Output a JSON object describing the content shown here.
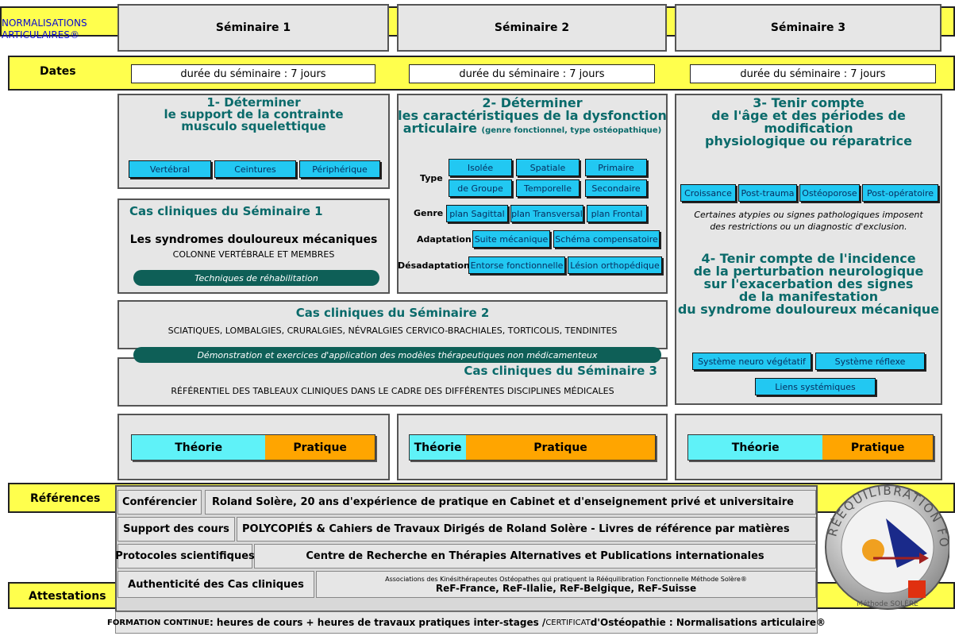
{
  "logo_text": [
    "NORMALISATIONS",
    "ARTICULAIRES®"
  ],
  "columns": [
    "Séminaire 1",
    "Séminaire 2",
    "Séminaire 3"
  ],
  "dates": {
    "label": "Dates",
    "durations": [
      "durée du séminaire : 7 jours",
      "durée du séminaire : 7 jours",
      "durée du séminaire : 7 jours"
    ]
  },
  "s1": {
    "title": [
      "1- Déterminer",
      "le support de la contrainte",
      "musculo squelettique"
    ],
    "buttons": [
      "Vertébral",
      "Ceintures",
      "Périphérique"
    ],
    "cas_title": "Cas cliniques du Séminaire 1",
    "cas_main": "Les syndromes douloureux mécaniques",
    "cas_sub": "COLONNE VERTÉBRALE ET MEMBRES",
    "pill": "Techniques de réhabilitation"
  },
  "s2": {
    "title": [
      "2- Déterminer",
      "les caractéristiques de la dysfonction"
    ],
    "title3_main": "articulaire",
    "title3_small": "(genre fonctionnel, type ostéopathique)",
    "type_label": "Type",
    "type_row1": [
      "Isolée",
      "Spatiale",
      "Primaire"
    ],
    "type_row2": [
      "de Groupe",
      "Temporelle",
      "Secondaire"
    ],
    "genre_label": "Genre",
    "genre": [
      "plan Sagittal",
      "plan Transversal",
      "plan Frontal"
    ],
    "adapt_label": "Adaptation",
    "adapt": [
      "Suite mécanique",
      "Schéma compensatoire"
    ],
    "desadapt_label": "Désadaptation",
    "desadapt": [
      "Entorse fonctionnelle",
      "Lésion orthopédique"
    ]
  },
  "s3": {
    "title": [
      "3- Tenir compte",
      "de l'âge et des périodes de",
      "modification",
      "physiologique ou réparatrice"
    ],
    "buttons": [
      "Croissance",
      "Post-trauma",
      "Ostéoporose",
      "Post-opératoire"
    ],
    "note": [
      "Certaines atypies ou signes pathologiques imposent",
      "des restrictions ou un diagnostic d'exclusion."
    ],
    "title4": [
      "4- Tenir compte de l'incidence",
      "de la perturbation neurologique",
      "sur l'exacerbation des signes",
      "de la manifestation",
      "du syndrome douloureux mécanique"
    ],
    "buttons2": [
      "Système neuro végétatif",
      "Système réflexe"
    ],
    "button3": "Liens systémiques"
  },
  "cas2": {
    "title": "Cas cliniques du Séminaire 2",
    "text": "SCIATIQUES, LOMBALGIES, CRURALGIES, NÉVRALGIES CERVICO-BRACHIALES, TORTICOLIS, TENDINITES",
    "pill": "Démonstration et exercices d'application des modèles thérapeutiques non médicamenteux"
  },
  "cas3": {
    "title": "Cas cliniques du Séminaire 3",
    "text": "RÉFÉRENTIEL DES TABLEAUX CLINIQUES DANS LE CADRE DES DIFFÉRENTES DISCIPLINES MÉDICALES"
  },
  "theory_practice": {
    "theory": "Théorie",
    "practice": "Pratique",
    "theory_share": [
      0.55,
      0.23,
      0.55
    ]
  },
  "references": {
    "label": "Références",
    "rows": [
      {
        "k": "Conférencier",
        "v": "Roland Solère, 20 ans d'expérience de pratique en Cabinet et d'enseignement privé et universitaire"
      },
      {
        "k": "Support des cours",
        "v": "POLYCOPIÉS & Cahiers de Travaux Dirigés de Roland Solère - Livres de référence par matières"
      },
      {
        "k": "Protocoles scientifiques",
        "v": "Centre de Recherche en Thérapies Alternatives et Publications internationales"
      }
    ],
    "auth_k": "Authenticité des Cas cliniques",
    "auth_small": "Associations des Kinésithérapeutes Ostéopathes qui pratiquent la Rééquilibration Fonctionnelle Méthode Solère®",
    "auth_big": "ReF-France,  ReF-Ilalie,  ReF-Belgique,  ReF-Suisse"
  },
  "attestations": {
    "label": "Attestations",
    "fc": "FORMATION CONTINUE",
    "fc_rest": " : heures de cours + heures de travaux pratiques inter-stages / ",
    "cert": "CERTIFICAT",
    "cert_rest": " d'Ostéopathie : Normalisations articulaire®"
  },
  "seal": {
    "arc": "RÉEQUILIBRATION FONCTIONNELLE",
    "bottom": "Méthode SOLÈRE"
  },
  "colors": {
    "yellow": "#ffff4d",
    "cyan": "#22c8f2",
    "teal": "#0a6a6a",
    "orange": "#ffa500",
    "theory": "#5ff2f8"
  }
}
